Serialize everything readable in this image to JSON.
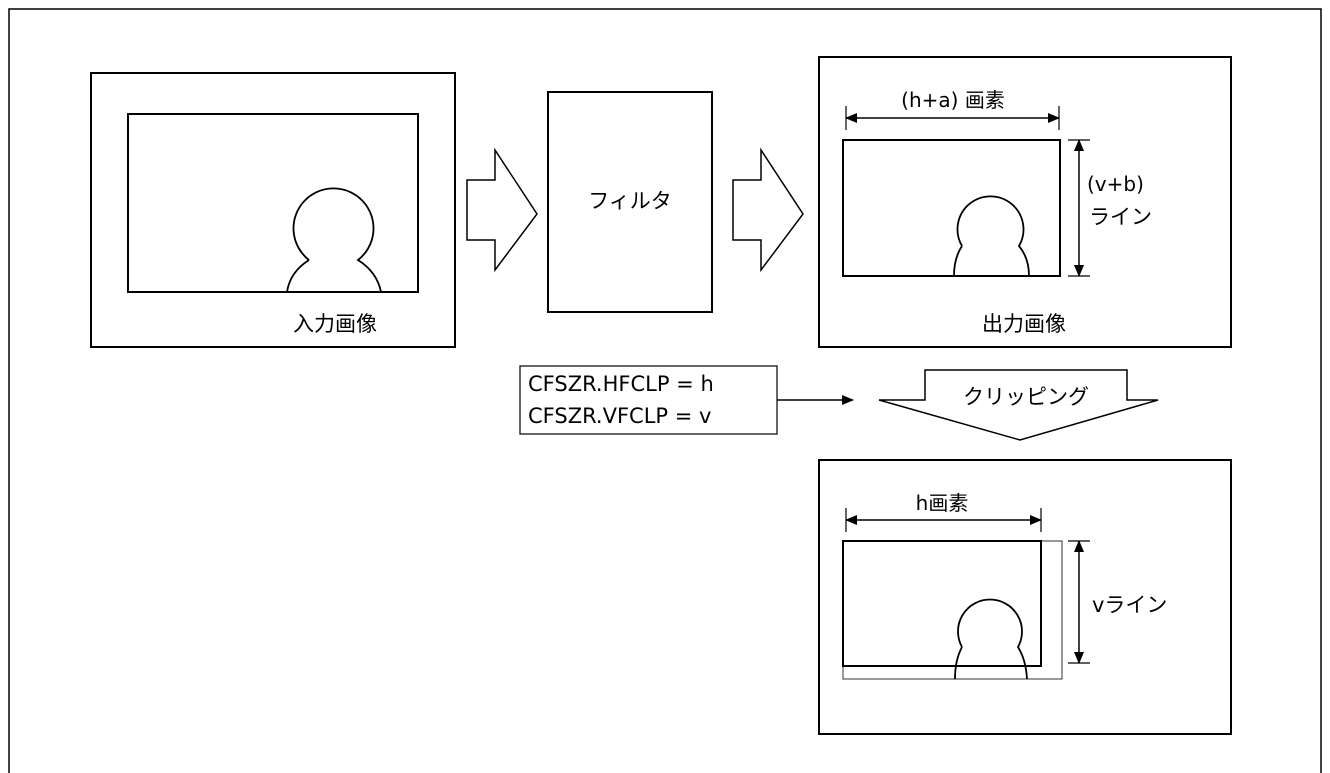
{
  "input_image": {
    "label": "入力画像"
  },
  "filter": {
    "label": "フィルタ"
  },
  "output_image": {
    "label": "出力画像",
    "width_label": "(h+a) 画素",
    "height_label_line1": "(v+b)",
    "height_label_line2": "ライン"
  },
  "register_box": {
    "line1": "CFSZR.HFCLP = h",
    "line2": "CFSZR.VFCLP = v"
  },
  "clipping_arrow": {
    "label": "クリッピング"
  },
  "clipped_image": {
    "width_label": "h画素",
    "height_label": "vライン"
  }
}
